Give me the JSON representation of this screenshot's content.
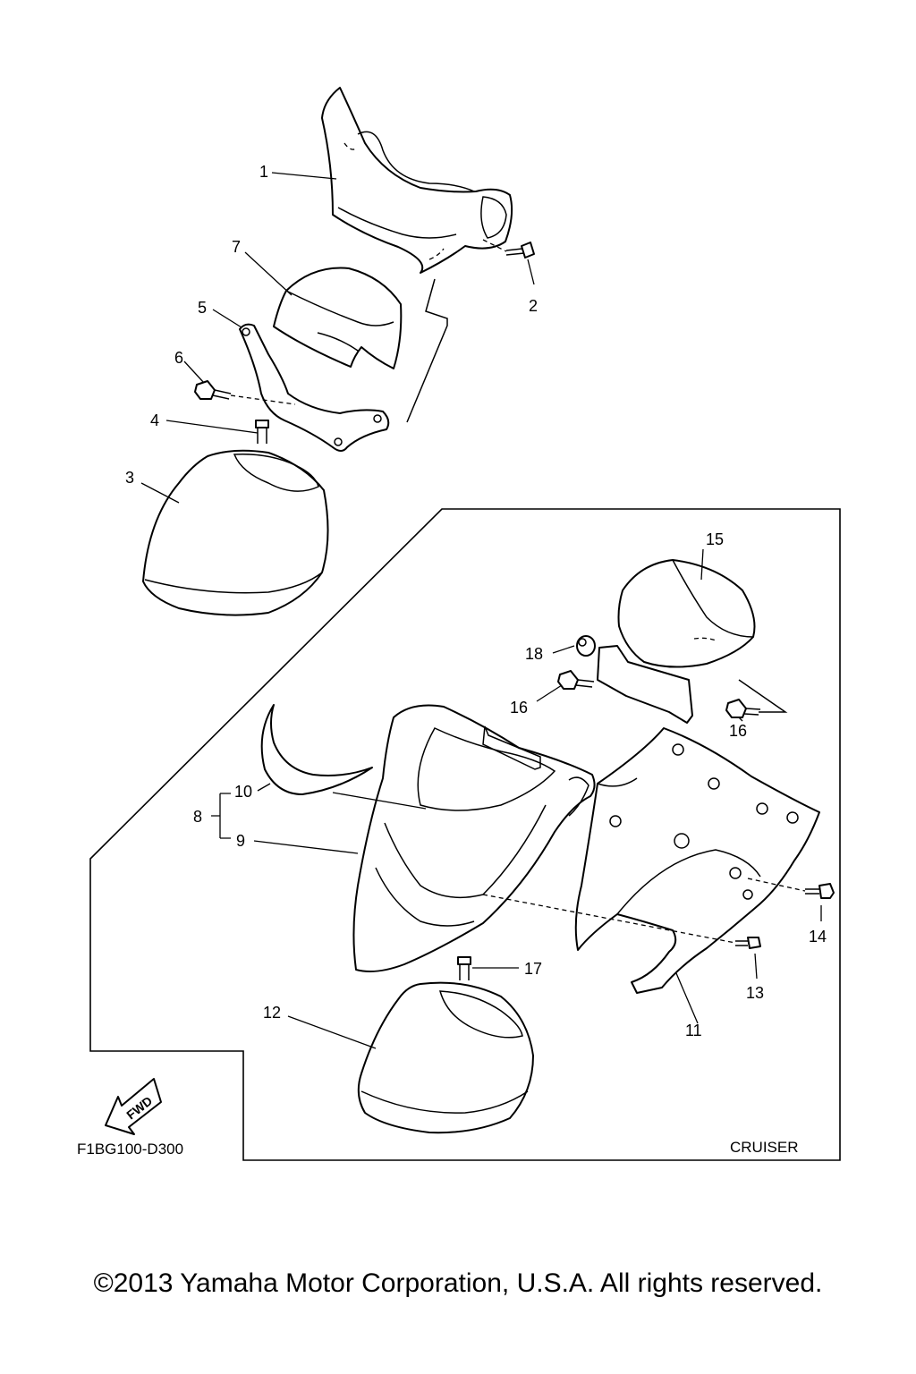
{
  "diagram": {
    "drawing_code": "F1BG100-D300",
    "variant_label": "CRUISER",
    "fwd_label": "FWD",
    "callouts": [
      "1",
      "2",
      "3",
      "4",
      "5",
      "6",
      "7",
      "8",
      "9",
      "10",
      "11",
      "12",
      "13",
      "14",
      "15",
      "16",
      "16",
      "17",
      "18"
    ]
  },
  "footer": {
    "copyright": "©2013 Yamaha Motor Corporation, U.S.A. All rights reserved."
  }
}
